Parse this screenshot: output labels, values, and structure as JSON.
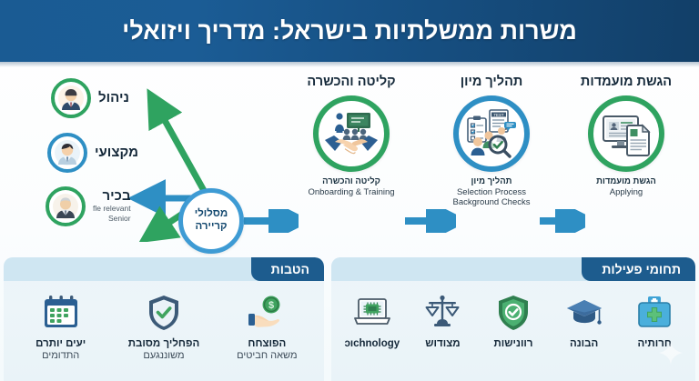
{
  "header": {
    "title": "משרות ממשלתיות בישראל: מדריך ויזואלי"
  },
  "career": {
    "hub": {
      "line1": "מסלולי",
      "line2": "קריירה",
      "ring_color": "#3e9bd4"
    },
    "branches": [
      {
        "label": "ניהול",
        "sub": "",
        "ring_color": "#2fa360",
        "icon": "person-management-avatar-icon"
      },
      {
        "label": "מקצועי",
        "sub": "",
        "ring_color": "#2e8fc4",
        "icon": "person-professional-avatar-icon"
      },
      {
        "label": "בכיר",
        "sub": "fle relevant",
        "sub2": "Senior",
        "ring_color": "#2fa360",
        "icon": "person-senior-avatar-icon"
      }
    ]
  },
  "flow": {
    "nodes": [
      {
        "title": "קליטה והכשרה",
        "caption_he": "קליטה והכשרה",
        "caption_en": "Onboarding & Training",
        "ring_color": "#2fa360",
        "icon": "handshake-training-icon"
      },
      {
        "title": "תהליך מיון",
        "caption_he": "תהליך מיון",
        "caption_en": "Selection Process",
        "caption_en2": "Background Checks",
        "ring_color": "#2e8fc4",
        "icon": "selection-checklist-icon"
      },
      {
        "title": "הגשת מועמדות",
        "caption_he": "הגשת מועמדות",
        "caption_en": "Applying",
        "ring_color": "#2fa360",
        "icon": "monitor-application-icon"
      }
    ],
    "arrow_color": "#2e8fc4"
  },
  "panels": {
    "benefits": {
      "tab_label": "הטבות",
      "items": [
        {
          "label_he": "הפוצחח",
          "label_sub": "משאה חביטים",
          "icon": "hand-coin-icon"
        },
        {
          "label_he": "הפחליך מסובת",
          "label_sub": "משוננגעם",
          "icon": "shield-check-icon"
        },
        {
          "label_he": "יעים יותרם",
          "label_sub": "התדומים",
          "icon": "calendar-icon"
        }
      ]
    },
    "areas": {
      "tab_label": "תחומי פעילות",
      "items": [
        {
          "label_he": "חרותיה",
          "icon": "medical-kit-icon"
        },
        {
          "label_he": "הבונה",
          "icon": "graduation-cap-icon"
        },
        {
          "label_he": "רוונישות",
          "icon": "shield-check-green-icon"
        },
        {
          "label_he": "מצודוש",
          "icon": "scales-justice-icon"
        },
        {
          "label_he": "ɔıchnology",
          "icon": "laptop-chip-icon"
        }
      ]
    }
  },
  "colors": {
    "header_dark": "#123f68",
    "header_light": "#1a5b93",
    "green": "#2fa360",
    "blue": "#2e8fc4",
    "tab_blue": "#1d5c8e",
    "panel_bg": "#eaf4f9"
  }
}
